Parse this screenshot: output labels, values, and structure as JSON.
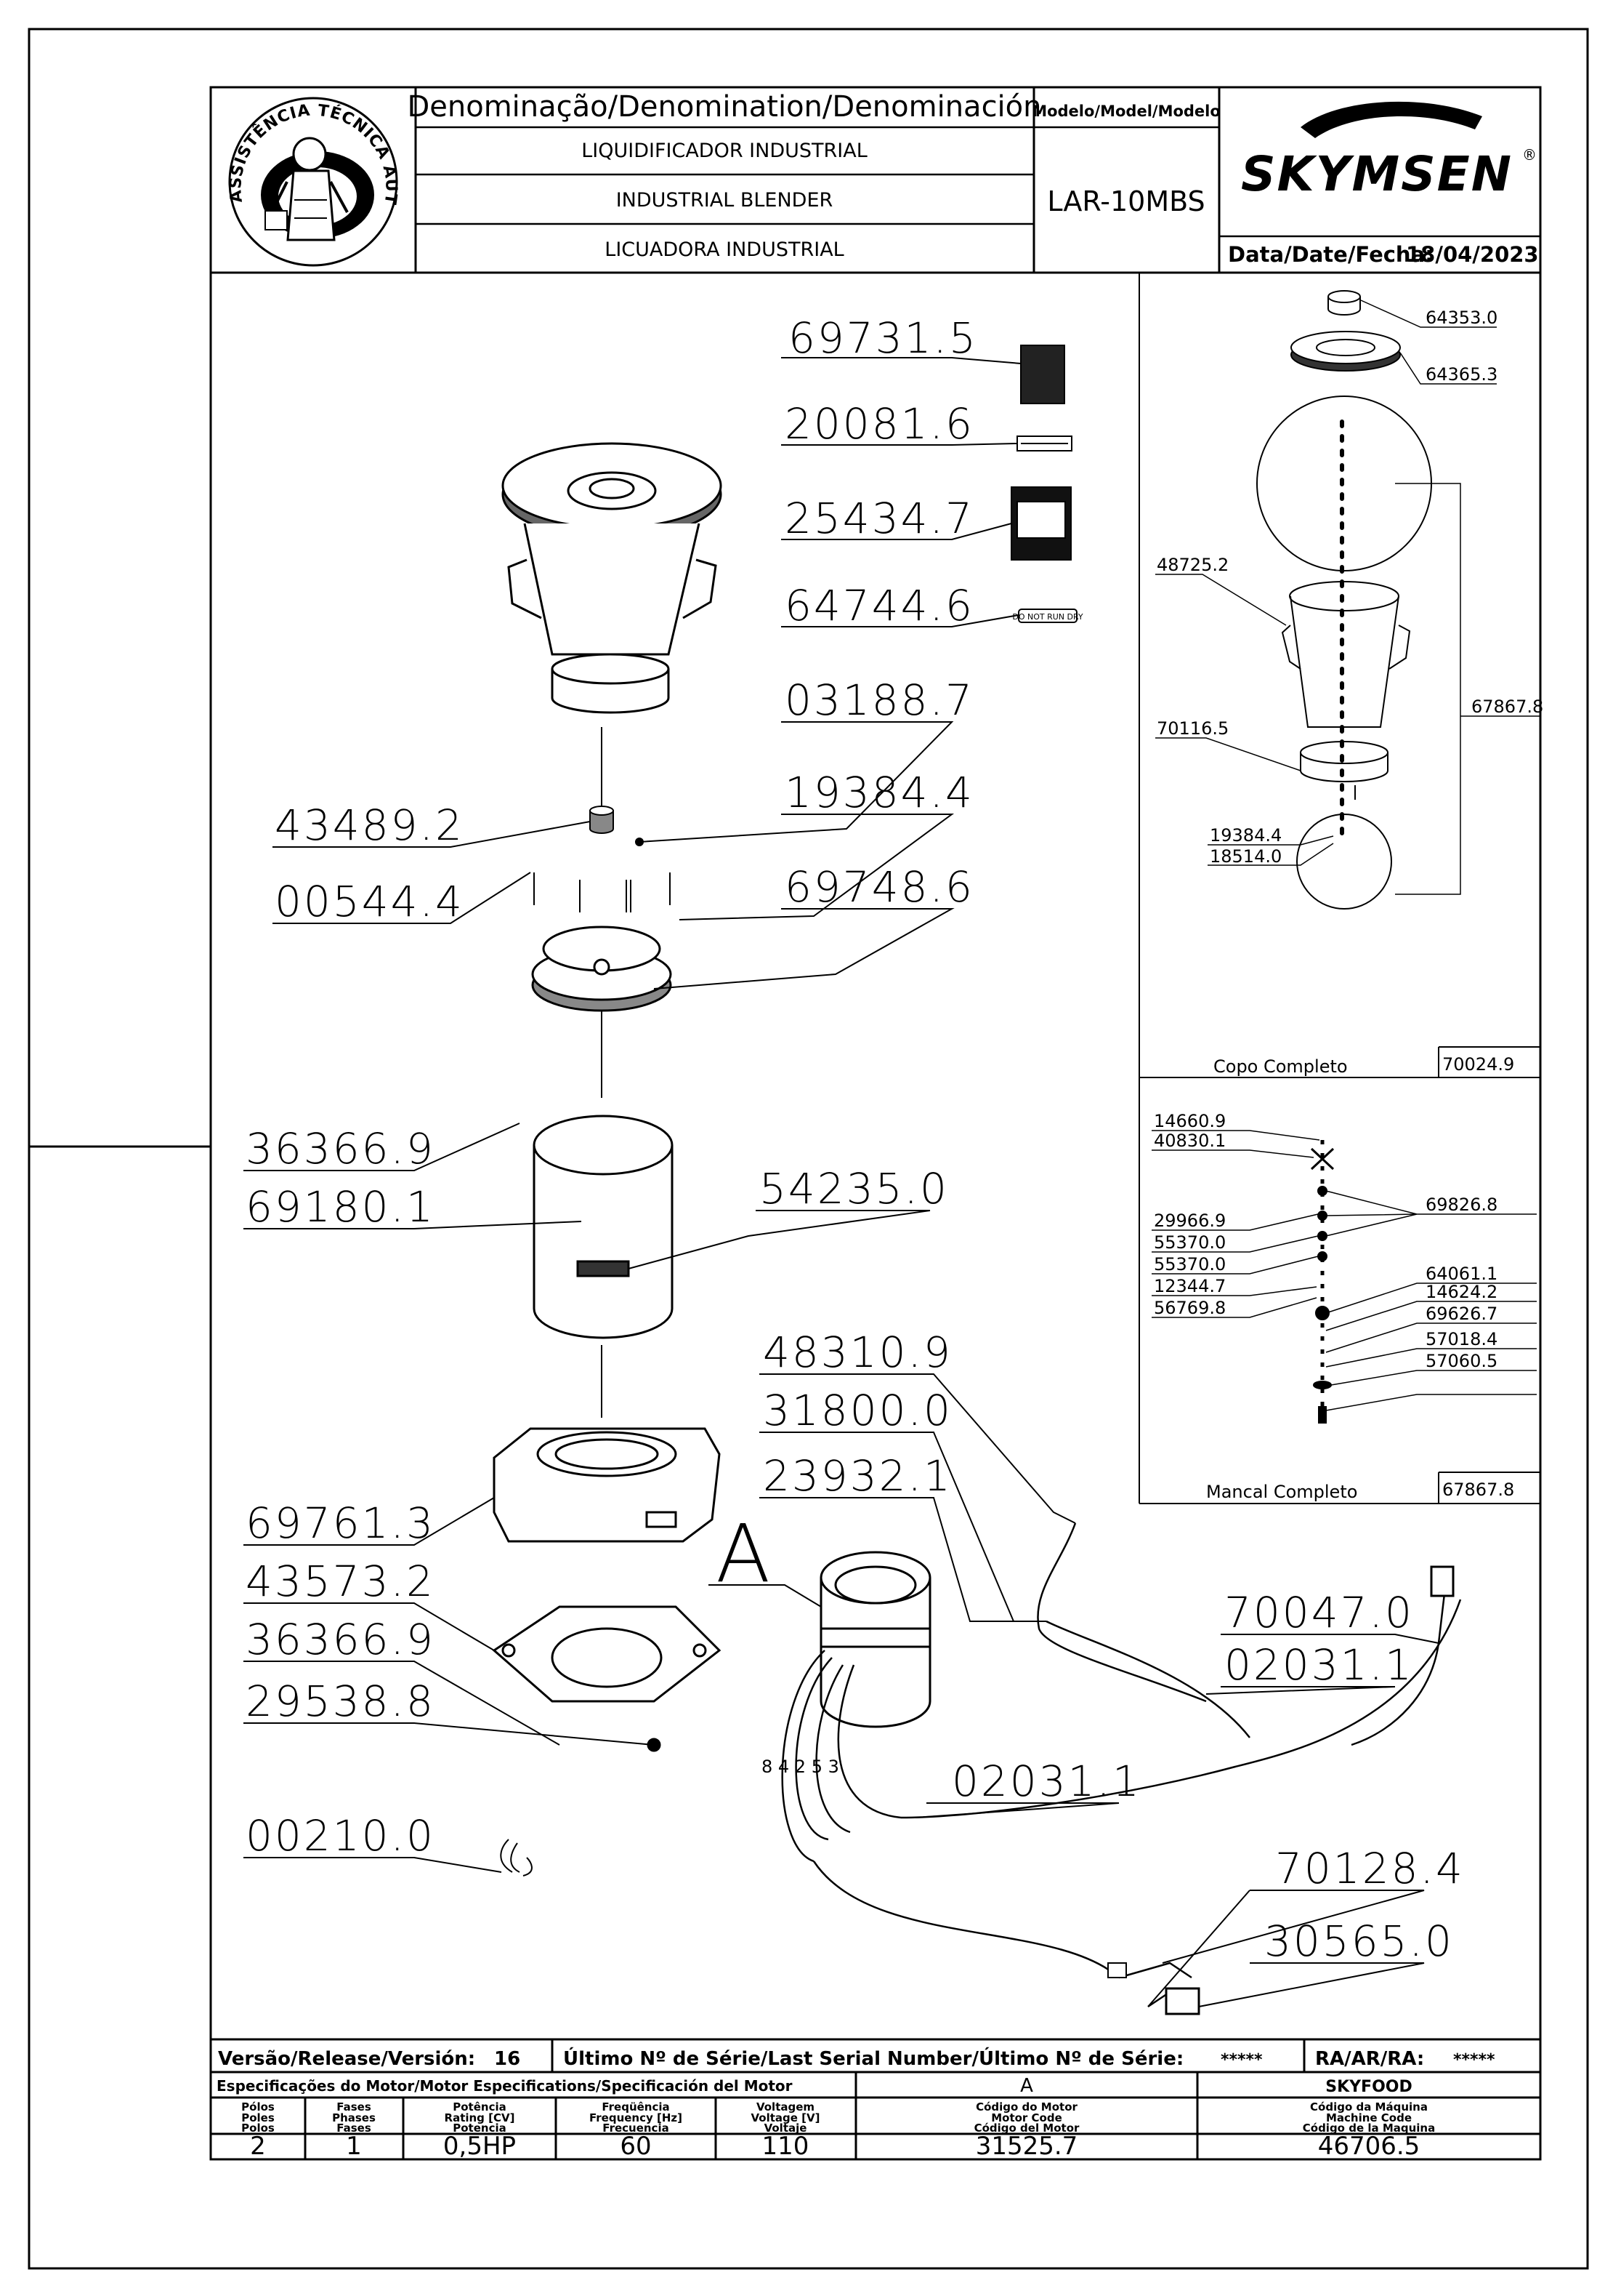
{
  "header": {
    "logo_ring_text": "ASSISTÊNCIA TÉCNICA AUTORIZADA",
    "denomination_heading": "Denominação/Denomination/Denominación",
    "name_pt": "LIQUIDIFICADOR  INDUSTRIAL",
    "name_en": "INDUSTRIAL  BLENDER",
    "name_es": "LICUADORA  INDUSTRIAL",
    "model_heading": "Modelo/Model/Modelo",
    "model_value": "LAR-10MBS",
    "brand": "SKYMSEN",
    "brand_reg": "®",
    "date_label": "Data/Date/Fecha:",
    "date_value": "18/04/2023"
  },
  "main_parts": {
    "p69731_5": "69731.5",
    "p20081_6": "20081.6",
    "p25434_7": "25434.7",
    "p64744_6": "64744.6",
    "p03188_7": "03188.7",
    "p19384_4": "19384.4",
    "p43489_2": "43489.2",
    "p69748_6": "69748.6",
    "p00544_4": "00544.4",
    "p36366_9a": "36366.9",
    "p69180_1": "69180.1",
    "p54235_0": "54235.0",
    "p48310_9": "48310.9",
    "p31800_0": "31800.0",
    "p23932_1": "23932.1",
    "p69761_3": "69761.3",
    "p43573_2": "43573.2",
    "p36366_9b": "36366.9",
    "p29538_8": "29538.8",
    "p00210_0": "00210.0",
    "p70047_0": "70047.0",
    "p02031_1a": "02031.1",
    "p02031_1b": "02031.1",
    "p70128_4": "70128.4",
    "p30565_0": "30565.0",
    "motor_tag": "A",
    "wire_numbers": "8 4  2  5  3",
    "label_text": "DO NOT RUN DRY"
  },
  "copo_panel": {
    "p64353_0": "64353.0",
    "p64365_3": "64365.3",
    "p48725_2": "48725.2",
    "p67867_8": "67867.8",
    "p70116_5": "70116.5",
    "p19384_4": "19384.4",
    "p18514_0": "18514.0",
    "title": "Copo  Completo",
    "code": "70024.9"
  },
  "mancal_panel": {
    "p14660_9": "14660.9",
    "p40830_1": "40830.1",
    "p69826_8": "69826.8",
    "p29966_9": "29966.9",
    "p55370_0a": "55370.0",
    "p55370_0b": "55370.0",
    "p12344_7": "12344.7",
    "p56769_8": "56769.8",
    "p64061_1": "64061.1",
    "p14624_2": "14624.2",
    "p69626_7": "69626.7",
    "p57018_4": "57018.4",
    "p57060_5": "57060.5",
    "title": "Mancal  Completo",
    "code": "67867.8"
  },
  "footer": {
    "version_label": "Versão/Release/Versión:",
    "version_value": "16",
    "serial_label": "Último  Nº  de  Série/Last Serial  Number/Último  Nº  de  Série:",
    "serial_value": "*****",
    "ra_label": "RA/AR/RA:",
    "ra_value": "*****",
    "motor_spec_heading": "Especificações do Motor/Motor Especifications/Specificación del Motor",
    "motor_letter": "A",
    "machine_brand": "SKYFOOD",
    "col_poles": [
      "Pólos",
      "Poles",
      "Polos"
    ],
    "col_phases": [
      "Fases",
      "Phases",
      "Fases"
    ],
    "col_power": [
      "Potência",
      "Rating [CV]",
      "Potencia"
    ],
    "col_freq": [
      "Freqüência",
      "Frequency [Hz]",
      "Frecuencia"
    ],
    "col_volt": [
      "Voltagem",
      "Voltage [V]",
      "Voltaje"
    ],
    "col_motor_code": [
      "Código do Motor",
      "Motor Code",
      "Código del Motor"
    ],
    "col_machine_code": [
      "Código da Máquina",
      "Machine Code",
      "Código de la Maquina"
    ],
    "val_poles": "2",
    "val_phases": "1",
    "val_power": "0,5HP",
    "val_freq": "60",
    "val_volt": "110",
    "val_motor_code": "31525.7",
    "val_machine_code": "46706.5"
  }
}
